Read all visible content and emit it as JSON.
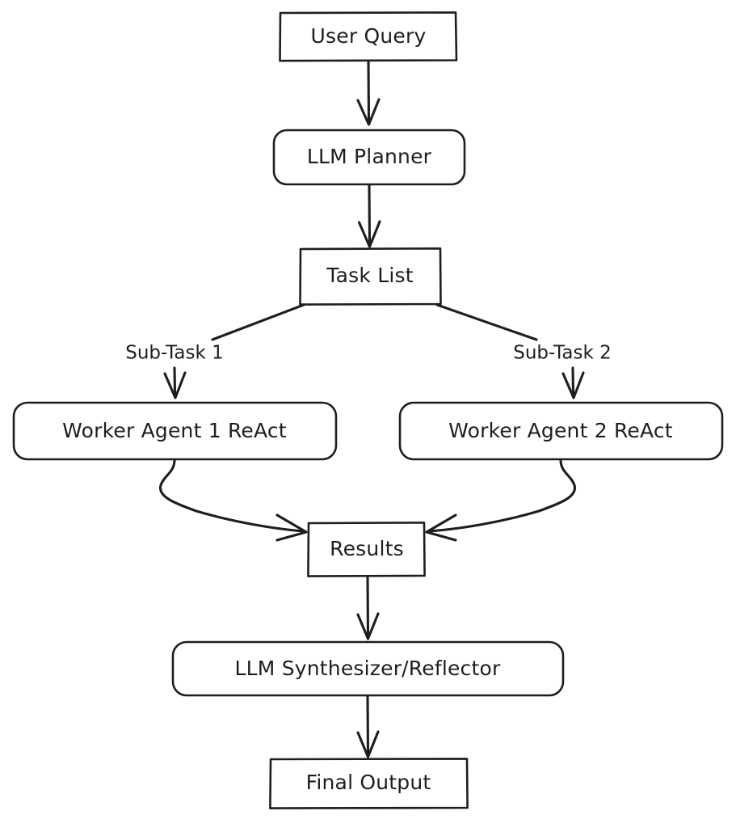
{
  "diagram": {
    "type": "flowchart",
    "direction": "top-to-bottom",
    "style": "hand-drawn",
    "colors": {
      "stroke": "#1e1e1e",
      "fill": "#ffffff",
      "background": "#ffffff"
    },
    "nodes": [
      {
        "id": "user-query",
        "label": "User Query",
        "shape": "rectangle"
      },
      {
        "id": "llm-planner",
        "label": "LLM Planner",
        "shape": "rounded-rectangle"
      },
      {
        "id": "task-list",
        "label": "Task List",
        "shape": "rectangle"
      },
      {
        "id": "worker-1",
        "label": "Worker Agent 1 ReAct",
        "shape": "rounded-rectangle"
      },
      {
        "id": "worker-2",
        "label": "Worker Agent 2 ReAct",
        "shape": "rounded-rectangle"
      },
      {
        "id": "results",
        "label": "Results",
        "shape": "rectangle"
      },
      {
        "id": "synthesizer",
        "label": "LLM Synthesizer/Reflector",
        "shape": "rounded-rectangle"
      },
      {
        "id": "final-output",
        "label": "Final Output",
        "shape": "rectangle"
      }
    ],
    "edges": [
      {
        "from": "user-query",
        "to": "llm-planner",
        "label": ""
      },
      {
        "from": "llm-planner",
        "to": "task-list",
        "label": ""
      },
      {
        "from": "task-list",
        "to": "worker-1",
        "label": "Sub-Task 1"
      },
      {
        "from": "task-list",
        "to": "worker-2",
        "label": "Sub-Task 2"
      },
      {
        "from": "worker-1",
        "to": "results",
        "label": ""
      },
      {
        "from": "worker-2",
        "to": "results",
        "label": ""
      },
      {
        "from": "results",
        "to": "synthesizer",
        "label": ""
      },
      {
        "from": "synthesizer",
        "to": "final-output",
        "label": ""
      }
    ]
  }
}
